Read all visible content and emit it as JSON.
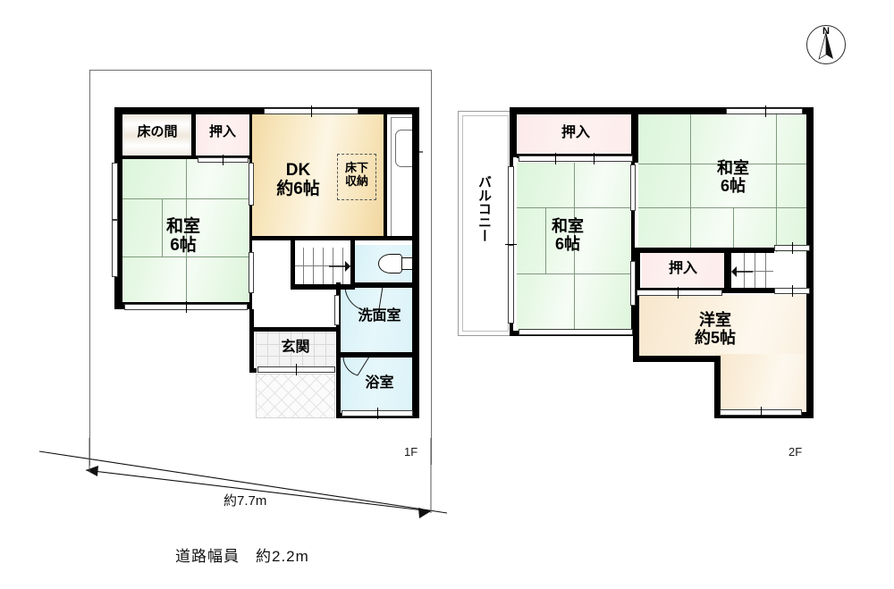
{
  "document": {
    "kind": "floor-plan",
    "compass": {
      "north_label": "N"
    },
    "floors": [
      {
        "id": "1F",
        "label": "1F"
      },
      {
        "id": "2F",
        "label": "2F"
      }
    ]
  },
  "floor1": {
    "label": "1F",
    "rooms": [
      {
        "key": "tokonoma",
        "label": "床の間",
        "type": "alcove"
      },
      {
        "key": "oshiire1",
        "label": "押入",
        "type": "closet"
      },
      {
        "key": "washitsu1",
        "label": "和室\n6帖",
        "type": "tatami"
      },
      {
        "key": "dk",
        "label": "DK\n約6帖",
        "type": "kitchen-dining"
      },
      {
        "key": "yukashita",
        "label": "床下\n収納",
        "type": "under-floor-storage"
      },
      {
        "key": "senmen",
        "label": "洗面室",
        "type": "washroom"
      },
      {
        "key": "yokushitsu",
        "label": "浴室",
        "type": "bathroom"
      },
      {
        "key": "genkan",
        "label": "玄関",
        "type": "entrance"
      }
    ]
  },
  "floor2": {
    "label": "2F",
    "rooms": [
      {
        "key": "balcony",
        "label": "バルコニー",
        "type": "balcony"
      },
      {
        "key": "oshiire2",
        "label": "押入",
        "type": "closet"
      },
      {
        "key": "washitsu2",
        "label": "和室\n6帖",
        "type": "tatami"
      },
      {
        "key": "washitsu3",
        "label": "和室\n6帖",
        "type": "tatami"
      },
      {
        "key": "oshiire3",
        "label": "押入",
        "type": "closet"
      },
      {
        "key": "youshitsu",
        "label": "洋室\n約5帖",
        "type": "western-room"
      }
    ]
  },
  "dimensions": {
    "frontage": "約7.7m",
    "road_width": "道路幅員　約2.2m"
  },
  "colors": {
    "tatami": "#e4f7e2",
    "closet": "#fdeceb",
    "kitchen": "#f6e3b5",
    "water": "#ddf3f9",
    "western": "#fbf0dd",
    "wall": "#000000",
    "boundary": "#6f6f6f"
  }
}
